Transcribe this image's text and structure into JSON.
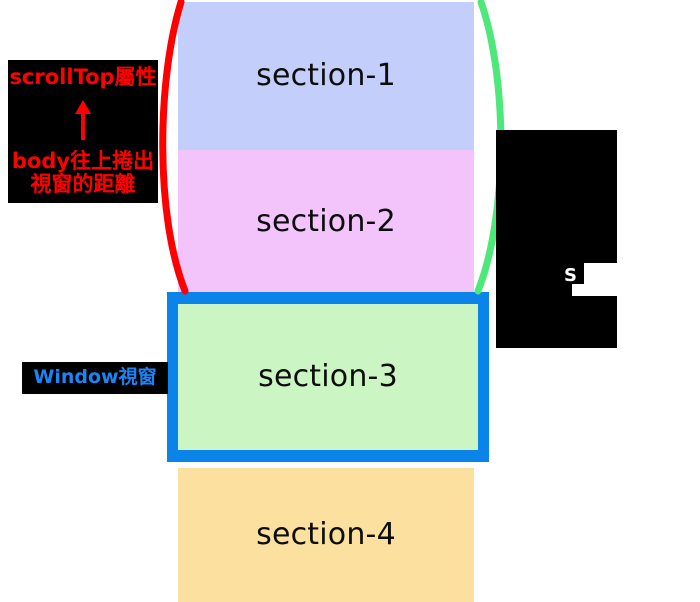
{
  "diagram": {
    "title": "scrollTop / Window viewport scroll illustration",
    "background_color": "#ffffff",
    "sections": [
      {
        "id": "section-1",
        "label": "section-1",
        "color": "#c4cefa"
      },
      {
        "id": "section-2",
        "label": "section-2",
        "color": "#f3c4fb"
      },
      {
        "id": "section-3",
        "label": "section-3",
        "color": "#ccf5c4"
      },
      {
        "id": "section-4",
        "label": "section-4",
        "color": "#fbe0a0"
      }
    ],
    "window_frame": {
      "border_color": "#0a84e8",
      "wraps_section": "section-3"
    },
    "annotations": {
      "scrolltop": {
        "line1": "scrollTop屬性",
        "arrow": "up-arrow",
        "line2": "body往上捲出",
        "line3": "視窗的距離",
        "text_color": "#ff0000",
        "background_color": "#000000"
      },
      "window_label": {
        "text": "Window視窗",
        "text_color": "#1b84f7",
        "background_color": "#000000"
      },
      "right_label": {
        "text": "S",
        "text_color": "#ffffff",
        "background_color": "#000000",
        "note": "caption mostly redacted by white bar"
      }
    },
    "arcs": [
      {
        "name": "red-arc",
        "color": "#ff0000",
        "side": "left",
        "bulge": "outward"
      },
      {
        "name": "green-arc",
        "color": "#4ce879",
        "side": "right",
        "bulge": "outward"
      }
    ]
  }
}
